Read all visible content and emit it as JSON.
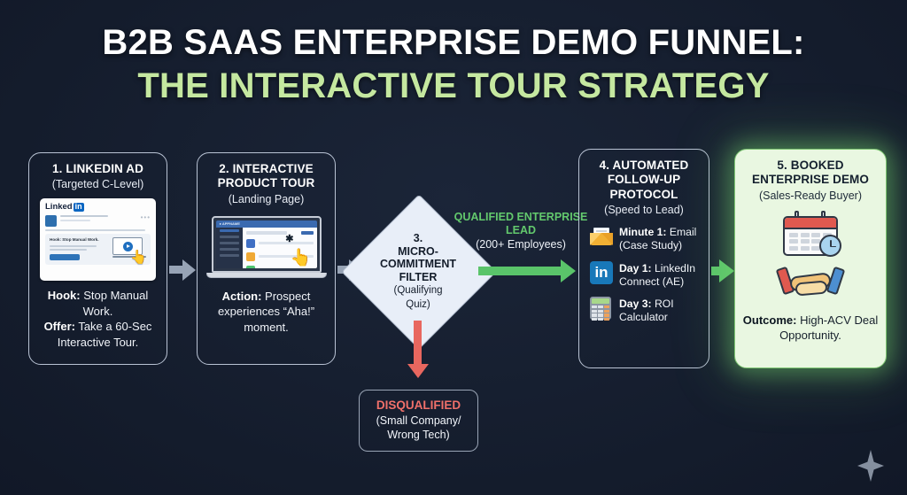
{
  "title": {
    "line1": "B2B SaaS Enterprise Demo Funnel:",
    "line2": "The Interactive Tour Strategy",
    "color_line1": "#ffffff",
    "color_line2": "#c5e8a0"
  },
  "theme": {
    "background": "#151d2e",
    "card_border": "#b9c3d4",
    "accent_green": "#5ac46a",
    "accent_red": "#e8675f",
    "success_card_bg": "#e9f7e1"
  },
  "steps": [
    {
      "id": "linkedin-ad",
      "heading": "1. LinkedIn Ad",
      "subheading": "(Targeted C-Level)",
      "footer_label_1": "Hook:",
      "footer_text_1": " Stop Manual Work.",
      "footer_label_2": "Offer:",
      "footer_text_2": " Take a 60-Sec Interactive Tour.",
      "mock": {
        "logo_text": "Linked",
        "logo_badge": "in",
        "ad_headline": "Hook: Stop Manual Work.",
        "dots": "•••"
      }
    },
    {
      "id": "interactive-product-tour",
      "heading": "2. Interactive Product Tour",
      "subheading": "(Landing Page)",
      "footer_label_1": "Action:",
      "footer_text_1": " Prospect experiences “Aha!” moment."
    },
    {
      "id": "micro-commitment-filter",
      "heading_line1": "3.",
      "heading_line2": "Micro-",
      "heading_line3": "Commitment",
      "heading_line4": "Filter",
      "subheading_line1": "(Qualifying",
      "subheading_line2": "Quiz)"
    },
    {
      "id": "automated-follow-up",
      "heading": "4. Automated Follow-Up Protocol",
      "subheading": "(Speed to Lead)",
      "rows": [
        {
          "icon": "envelope-icon",
          "label": "Minute 1:",
          "text": " Email (Case Study)"
        },
        {
          "icon": "linkedin-icon",
          "label": "Day 1:",
          "text": " LinkedIn Connect (AE)"
        },
        {
          "icon": "calculator-icon",
          "label": "Day 3:",
          "text": " ROI Calculator"
        }
      ]
    },
    {
      "id": "booked-enterprise-demo",
      "heading": "5. Booked Enterprise Demo",
      "subheading": "(Sales-Ready Buyer)",
      "footer_label_1": "Outcome:",
      "footer_text_1": " High-ACV Deal Opportunity."
    }
  ],
  "qualified_branch": {
    "heading": "Qualified Enterprise Lead",
    "subheading": "(200+ Employees)",
    "color": "#63c96d"
  },
  "disqualified_branch": {
    "heading": "Disqualified",
    "subheading": "(Small Company/ Wrong Tech)",
    "color": "#f0706a"
  },
  "decorations": {
    "sparkle": "sparkle-icon"
  }
}
